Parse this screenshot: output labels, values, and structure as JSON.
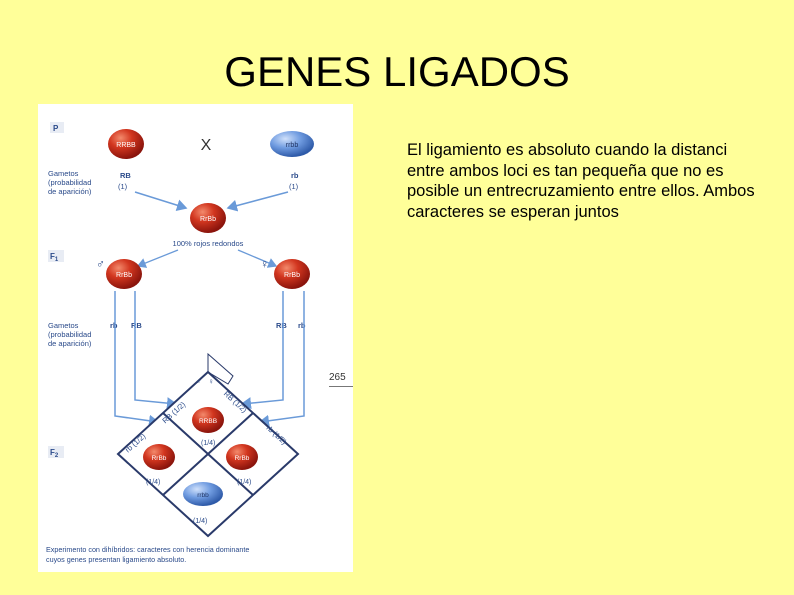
{
  "slide": {
    "title": "GENES LIGADOS",
    "body_text": "El ligamiento es absoluto cuando la distanci entre ambos loci es tan pequeña que no es posible un entrecruzamiento entre ellos. Ambos caracteres se esperan juntos",
    "page_number": "265"
  },
  "figure": {
    "colors": {
      "red": "#c0281a",
      "blue": "#5a8fd6",
      "label_blue": "#2a4a8a",
      "arrow": "#6a9ad8",
      "grid_line": "#2a3a6a",
      "section_bg": "#e8ecf4"
    },
    "sections": {
      "p": "P",
      "f1": "F",
      "f1_sub": "1",
      "f2": "F",
      "f2_sub": "2"
    },
    "cross_symbol": "X",
    "male_symbol": "♂",
    "female_symbol": "♀",
    "p_parent_1": "RRBB",
    "p_parent_2": "rrbb",
    "gametes_label_1": "Gametos",
    "gametes_label_2": "(probabilidad",
    "gametes_label_3": "de aparición)",
    "p_gamete_1": "RB",
    "p_gamete_1_prob": "(1)",
    "p_gamete_2": "rb",
    "p_gamete_2_prob": "(1)",
    "f1_offspring": "RrBb",
    "f1_caption": "100% rojos redondos",
    "f1_parent_1": "RrBb",
    "f1_parent_2": "RrBb",
    "f1_g1_a": "rb",
    "f1_g1_b": "RB",
    "f1_g2_a": "RB",
    "f1_g2_b": "rb",
    "punnett_male": "♂",
    "punnett_female": "♀",
    "punnett_rb_half_left": "RB (1/2)",
    "punnett_rb_half_right": "RB (1/2)",
    "punnett_rb_lower_left": "rb (1/2)",
    "punnett_rb_lower_right": "rb (1/2)",
    "cell_top": "RRBB",
    "cell_top_prob": "(1/4)",
    "cell_left": "RrBb",
    "cell_left_prob": "(1/4)",
    "cell_right": "RrBb",
    "cell_right_prob": "(1/4)",
    "cell_bottom": "rrbb",
    "cell_bottom_prob": "(1/4)",
    "caption_line_1": "Experimento con dihíbridos: caracteres con herencia dominante",
    "caption_line_2": "cuyos genes presentan ligamiento absoluto."
  }
}
